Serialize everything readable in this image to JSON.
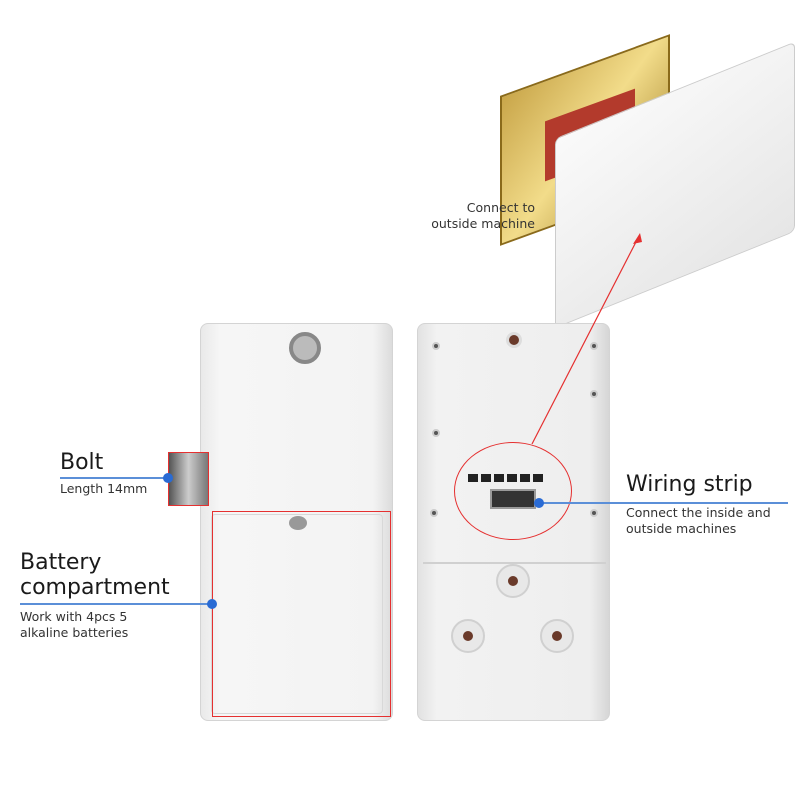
{
  "callouts": {
    "bolt": {
      "title": "Bolt",
      "desc": "Length 14mm"
    },
    "battery": {
      "title_line1": "Battery",
      "title_line2": "compartment",
      "desc_line1": "Work with 4pcs 5",
      "desc_line2": "alkaline batteries"
    },
    "wiring": {
      "title": "Wiring strip",
      "desc_line1": "Connect the inside and",
      "desc_line2": "outside machines"
    },
    "outside": {
      "line1": "Connect to",
      "line2": "outside machine"
    }
  },
  "colors": {
    "accent": "#2a6bd4",
    "highlight": "#e53030"
  }
}
